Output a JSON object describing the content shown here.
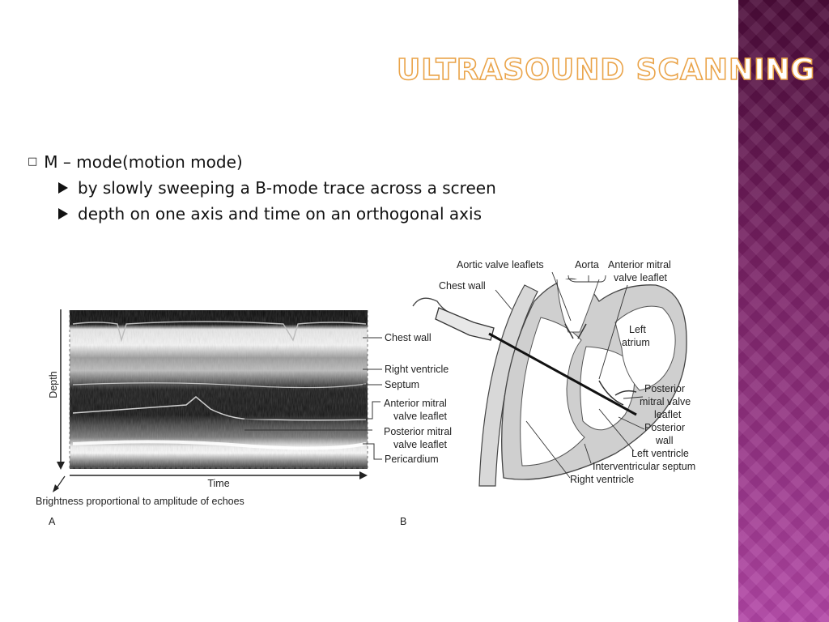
{
  "slide": {
    "title": "Ultrasound Scanning",
    "bullet_main": {
      "marker": "□",
      "text": "M – mode(motion mode)"
    },
    "sub_bullets": [
      "by slowly sweeping a B-mode trace across a screen",
      "depth on one axis and time on an orthogonal axis"
    ]
  },
  "figure_a": {
    "depth_label": "Depth",
    "time_label": "Time",
    "caption": "Brightness proportional to amplitude of echoes",
    "panel_letter": "A",
    "labels": {
      "chest_wall": "Chest wall",
      "right_ventricle": "Right ventricle",
      "septum": "Septum",
      "anterior_mitral_1": "Anterior mitral",
      "anterior_mitral_2": "valve leaflet",
      "posterior_mitral_1": "Posterior mitral",
      "posterior_mitral_2": "valve leaflet",
      "pericardium": "Pericardium"
    }
  },
  "figure_b": {
    "panel_letter": "B",
    "labels": {
      "aortic_valve_leaflets": "Aortic valve leaflets",
      "aorta": "Aorta",
      "anterior_mitral_1": "Anterior mitral",
      "anterior_mitral_2": "valve leaflet",
      "chest_wall": "Chest wall",
      "left_atrium_1": "Left",
      "left_atrium_2": "atrium",
      "posterior_mitral_1": "Posterior",
      "posterior_mitral_2": "mitral valve",
      "posterior_mitral_3": "leaflet",
      "posterior_wall_1": "Posterior",
      "posterior_wall_2": "wall",
      "left_ventricle": "Left ventricle",
      "interventricular_septum": "Interventricular septum",
      "right_ventricle": "Right ventricle"
    }
  },
  "colors": {
    "title_outline": "#eaa44a",
    "sidebar": "#7a2266"
  }
}
